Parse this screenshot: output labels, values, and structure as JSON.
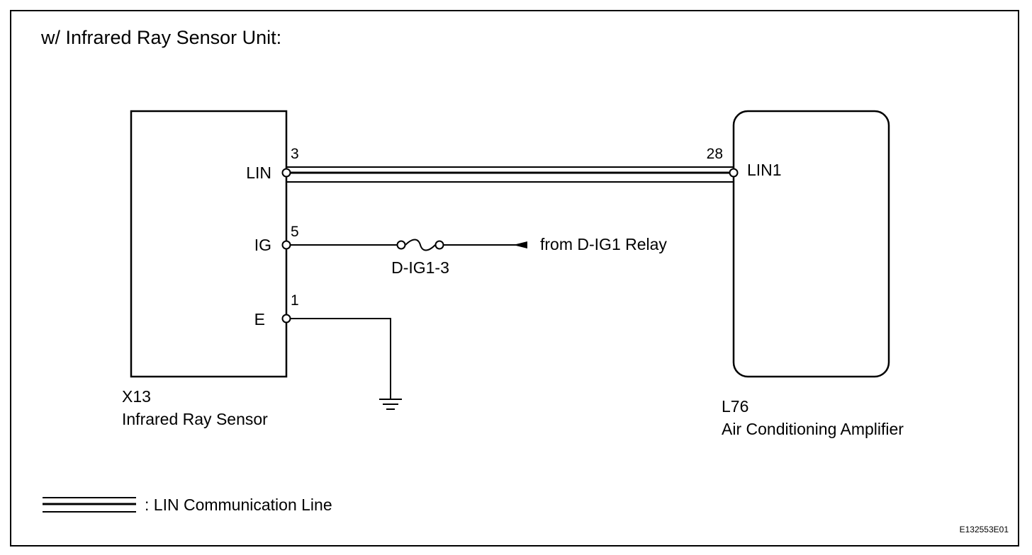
{
  "title": "w/ Infrared Ray Sensor Unit:",
  "sensor": {
    "code": "X13",
    "name": "Infrared Ray Sensor",
    "pins": [
      {
        "name": "LIN",
        "number": "3"
      },
      {
        "name": "IG",
        "number": "5"
      },
      {
        "name": "E",
        "number": "1"
      }
    ]
  },
  "amplifier": {
    "code": "L76",
    "name": "Air Conditioning Amplifier",
    "pin": {
      "name": "LIN1",
      "number": "28"
    }
  },
  "fuse": {
    "label": "D-IG1-3"
  },
  "source_label": "from D-IG1 Relay",
  "legend": {
    "text": ": LIN Communication Line"
  },
  "figure_code": "E132553E01",
  "colors": {
    "line": "#000000",
    "background": "#ffffff"
  }
}
